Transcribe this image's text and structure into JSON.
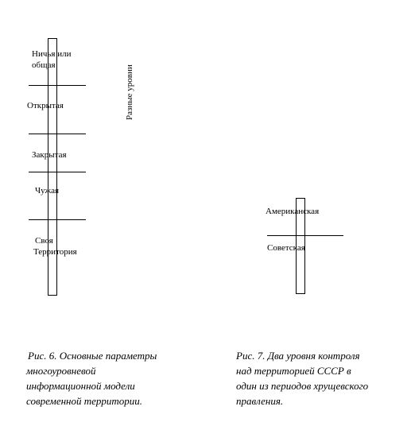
{
  "fig6": {
    "levels": [
      {
        "line1": "Ничья или",
        "line2": "общая"
      },
      {
        "line1": "Открытая"
      },
      {
        "line1": "Закрытая"
      },
      {
        "line1": "Чужая"
      },
      {
        "line1": "Своя",
        "line2": "Территория"
      }
    ],
    "vertical_label": "Разные уровни",
    "caption": [
      "Рис. 6. Основные параметры",
      "многоуровневой",
      "информационной модели",
      "современной территории."
    ]
  },
  "fig7": {
    "levels": [
      "Американская",
      "Советская"
    ],
    "caption": [
      "Рис. 7. Два уровня контроля",
      "над территорией СССР в",
      "один из периодов хрущевского",
      "правления."
    ]
  }
}
